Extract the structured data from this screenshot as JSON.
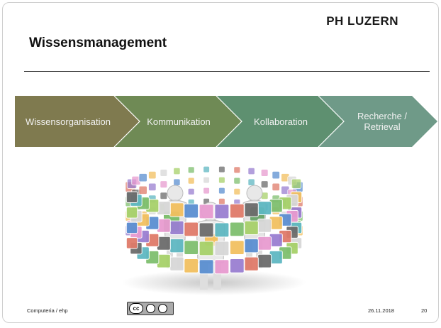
{
  "header": {
    "logo": "PH LUZERN",
    "title": "Wissensmanagement"
  },
  "process": {
    "steps": [
      {
        "label": "Wissensorganisation",
        "color": "#7f7a4f"
      },
      {
        "label": "Kommunikation",
        "color": "#6f8a55"
      },
      {
        "label": "Kollaboration",
        "color": "#5e9070"
      },
      {
        "label": "Recherche /\nRetrieval",
        "color": "#6f9a88"
      }
    ]
  },
  "illustration": {
    "icon": "people-surrounded-by-app-icons"
  },
  "footer": {
    "source": "Computeria / ehp",
    "license_icon": "cc-by-sa-icon",
    "date": "26.11.2018",
    "page": "20"
  }
}
